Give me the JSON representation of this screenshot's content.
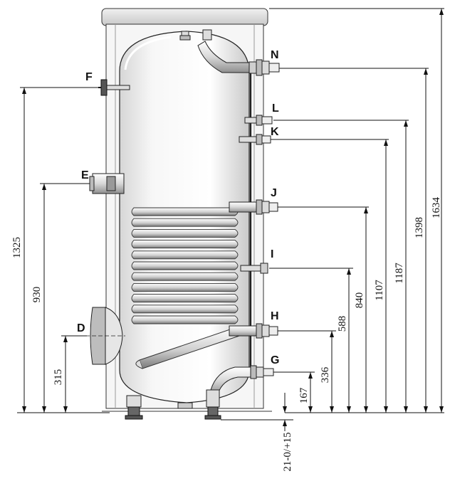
{
  "connections": {
    "N": "N",
    "L": "L",
    "K": "K",
    "J": "J",
    "I": "I",
    "H": "H",
    "G": "G",
    "F": "F",
    "E": "E",
    "D": "D"
  },
  "dimensions": {
    "total_height": "1634",
    "N": "1398",
    "L": "1187",
    "K": "1107",
    "J": "840",
    "I": "588",
    "H": "336",
    "G": "167",
    "F": "1325",
    "E": "930",
    "D": "315",
    "feet_adjust": "21-0/+15"
  },
  "colors": {
    "line": "#111111",
    "jacket": "#f2f2f2",
    "tank": "#f7f7f7",
    "shading": "#bdbdbd"
  }
}
